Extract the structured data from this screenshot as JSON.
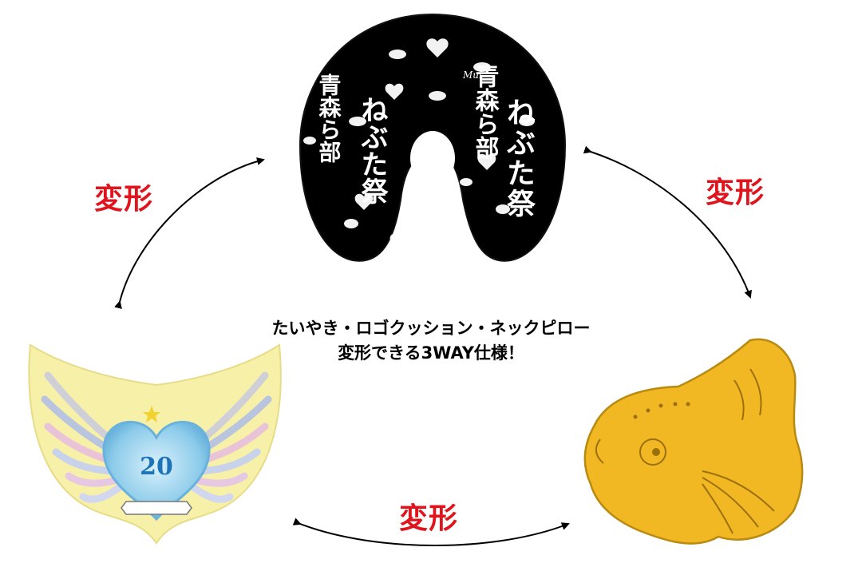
{
  "labels": {
    "left": "変形",
    "right": "変形",
    "bottom": "変形"
  },
  "description": {
    "line1": "たいやき・ロゴクッション・ネックピロー",
    "line2": "変形できる3WAY仕様！"
  },
  "pillow_text": {
    "main1": "ねぶた祭",
    "main2": "青森ら部",
    "small": "Mui"
  },
  "logo_text": {
    "number": "20"
  },
  "colors": {
    "accent_red": "#e0141c",
    "pillow_black": "#000000",
    "taiyaki_gold": "#f2b824",
    "logo_yellow": "#f7f0a8",
    "heart_blue": "#8ccbea"
  }
}
